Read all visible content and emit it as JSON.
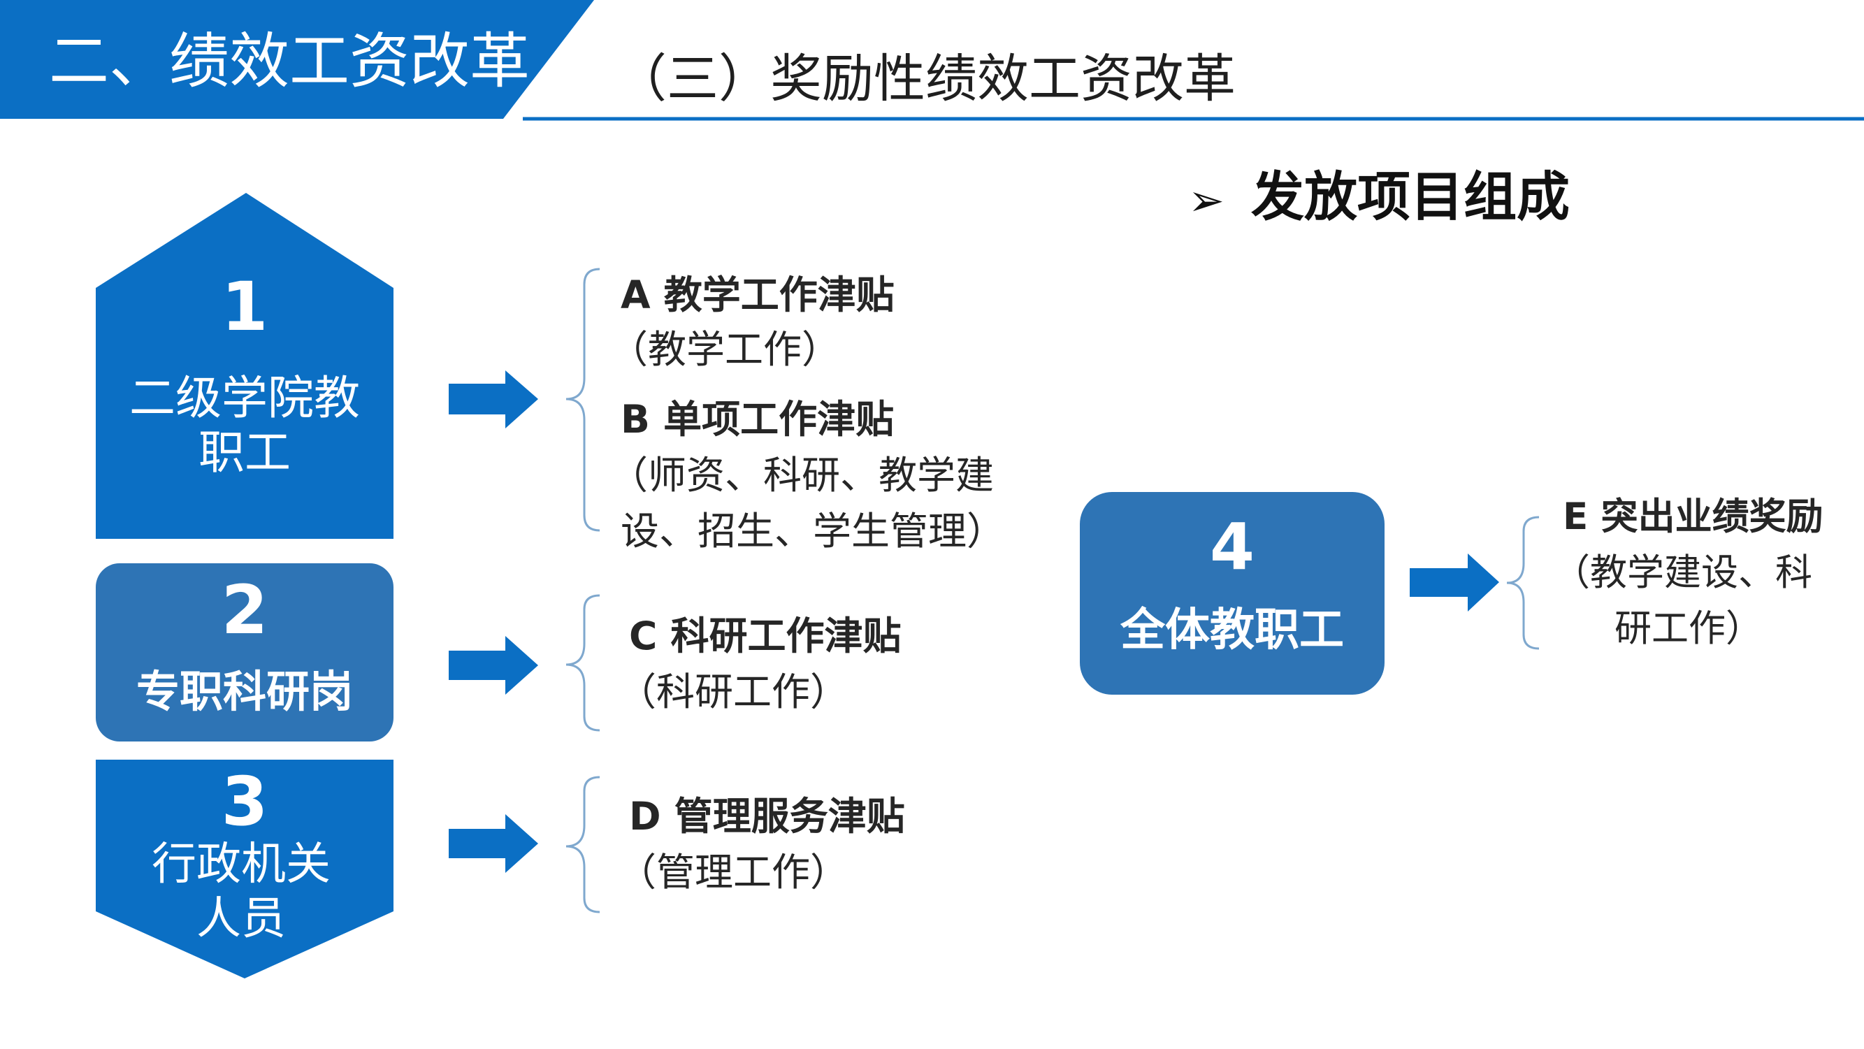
{
  "header": {
    "banner_title": "二、绩效工资改革",
    "subtitle": "（三）奖励性绩效工资改革"
  },
  "section": {
    "marker": "➢",
    "heading": "发放项目组成"
  },
  "groups": [
    {
      "number": "1",
      "label_line1": "二级学院教",
      "label_line2": "职工"
    },
    {
      "number": "2",
      "label": "专职科研岗"
    },
    {
      "number": "3",
      "label_line1": "行政机关",
      "label_line2": "人员"
    },
    {
      "number": "4",
      "label": "全体教职工"
    }
  ],
  "items": {
    "a": {
      "title": "A  教学工作津贴",
      "desc": "（教学工作）"
    },
    "b": {
      "title": "B  单项工作津贴",
      "desc_line1": "（师资、科研、教学建",
      "desc_line2": "设、招生、学生管理）"
    },
    "c": {
      "title": "C  科研工作津贴",
      "desc": "（科研工作）"
    },
    "d": {
      "title": "D 管理服务津贴",
      "desc": "（管理工作）"
    },
    "e": {
      "title": "E 突出业绩奖励",
      "desc_line1": "（教学建设、科",
      "desc_line2": "研工作）"
    }
  },
  "colors": {
    "primary_blue": "#0B6FC4",
    "secondary_blue": "#2E74B5",
    "white": "#FFFFFF",
    "bracket": "#7FA8CE"
  }
}
